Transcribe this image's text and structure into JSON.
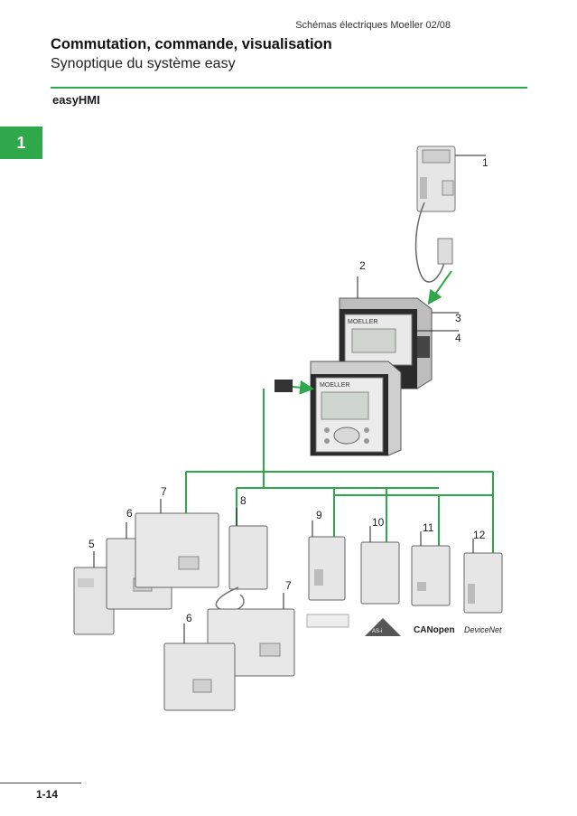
{
  "header": {
    "running_head": "Schémas électriques Moeller 02/08",
    "title": "Commutation, commande, visualisation",
    "subtitle": "Synoptique du système easy"
  },
  "section": {
    "label": "easyHMI"
  },
  "chapter_tab": {
    "number": "1"
  },
  "footer": {
    "page_number": "1-14"
  },
  "callouts": {
    "c1": "1",
    "c2": "2",
    "c3": "3",
    "c4": "4",
    "c5": "5",
    "c6a": "6",
    "c6b": "6",
    "c7a": "7",
    "c7b": "7",
    "c8": "8",
    "c9": "9",
    "c10": "10",
    "c11": "11",
    "c12": "12"
  },
  "device_labels": {
    "moeller_1": "MOELLER",
    "moeller_2": "MOELLER"
  },
  "bus_logos": {
    "asi": "AS-i",
    "canopen": "CANopen",
    "devicenet": "DeviceNet"
  },
  "colors": {
    "accent_green": "#2ea84a"
  }
}
